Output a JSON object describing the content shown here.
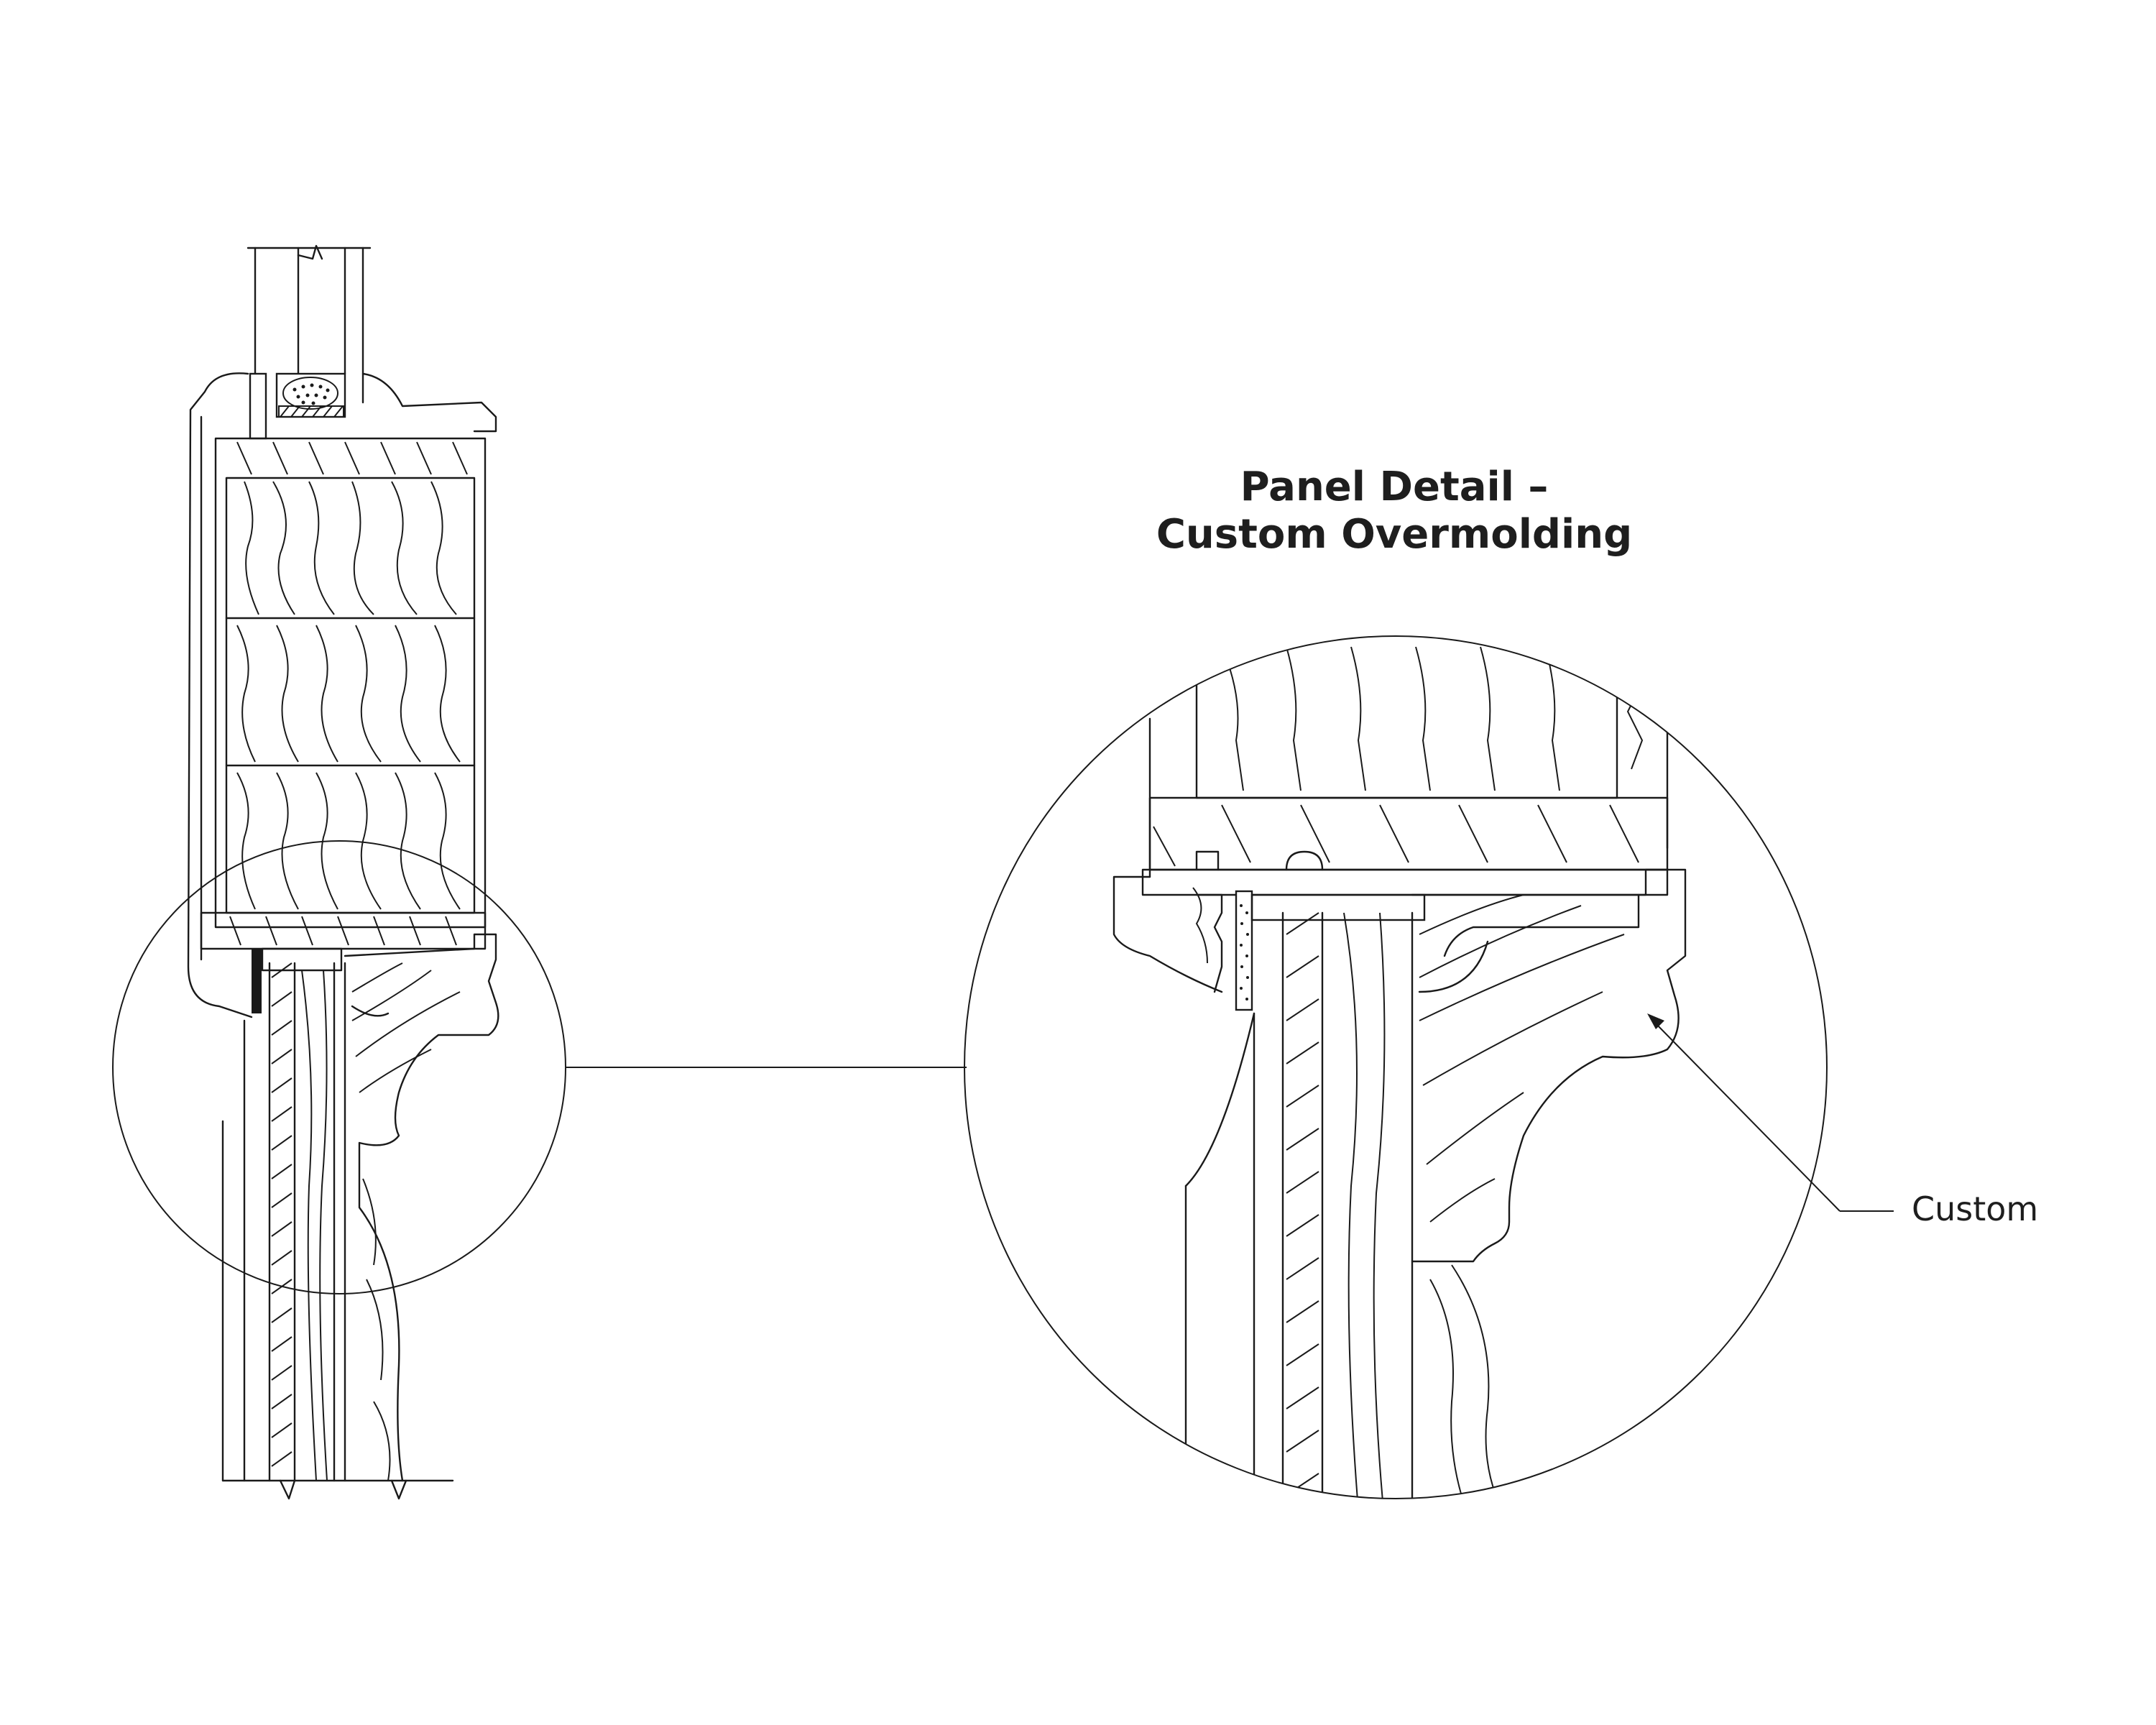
{
  "diagram": {
    "title_line1": "Panel Detail –",
    "title_line2": "Custom Overmolding",
    "callout_label": "Custom"
  },
  "colors": {
    "line": "#1a1a1a",
    "background": "#ffffff",
    "text": "#1e1e1e"
  }
}
